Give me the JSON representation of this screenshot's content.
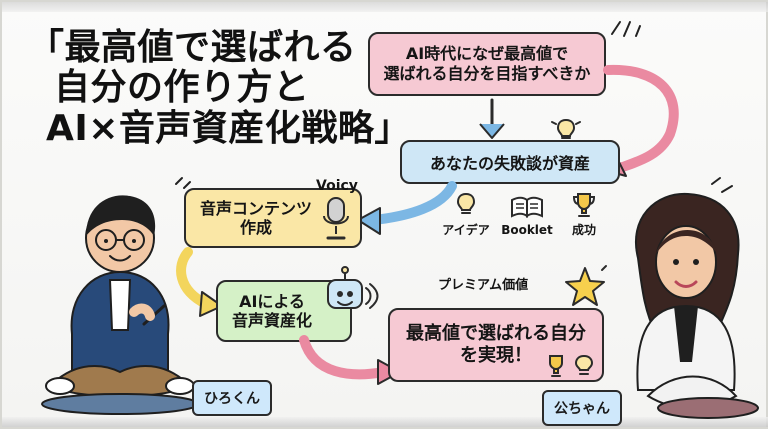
{
  "title": {
    "line1": "「最高値で選ばれる",
    "line2": "自分の作り方と",
    "line3": "AI×音声資産化戦略」"
  },
  "top_right_box": {
    "line1": "AI時代になぜ最高値で",
    "line2": "選ばれる自分を目指すべきか"
  },
  "failure_box": {
    "text": "あなたの失敗談が資産"
  },
  "voice_content_box": {
    "line1": "音声コンテンツ",
    "line2": "作成"
  },
  "ai_box": {
    "line1": "AIによる",
    "line2": "音声資産化"
  },
  "result_box": {
    "line1": "最高値で選ばれる自分",
    "line2": "を実現！"
  },
  "labels": {
    "voicy": "Voicy",
    "idea": "アイデア",
    "booklet": "Booklet",
    "success": "成功",
    "premium": "プレミアム価値"
  },
  "people": {
    "left_name": "ひろくん",
    "right_name": "公ちゃん"
  },
  "colors": {
    "accent_red": "#f6c9d3",
    "accent_blue": "#cfe7f6",
    "accent_yellow": "#fae7a6",
    "accent_green": "#d5f1c7",
    "arrow_blue": "#7cb7e4",
    "arrow_pink": "#ea8aa1"
  }
}
